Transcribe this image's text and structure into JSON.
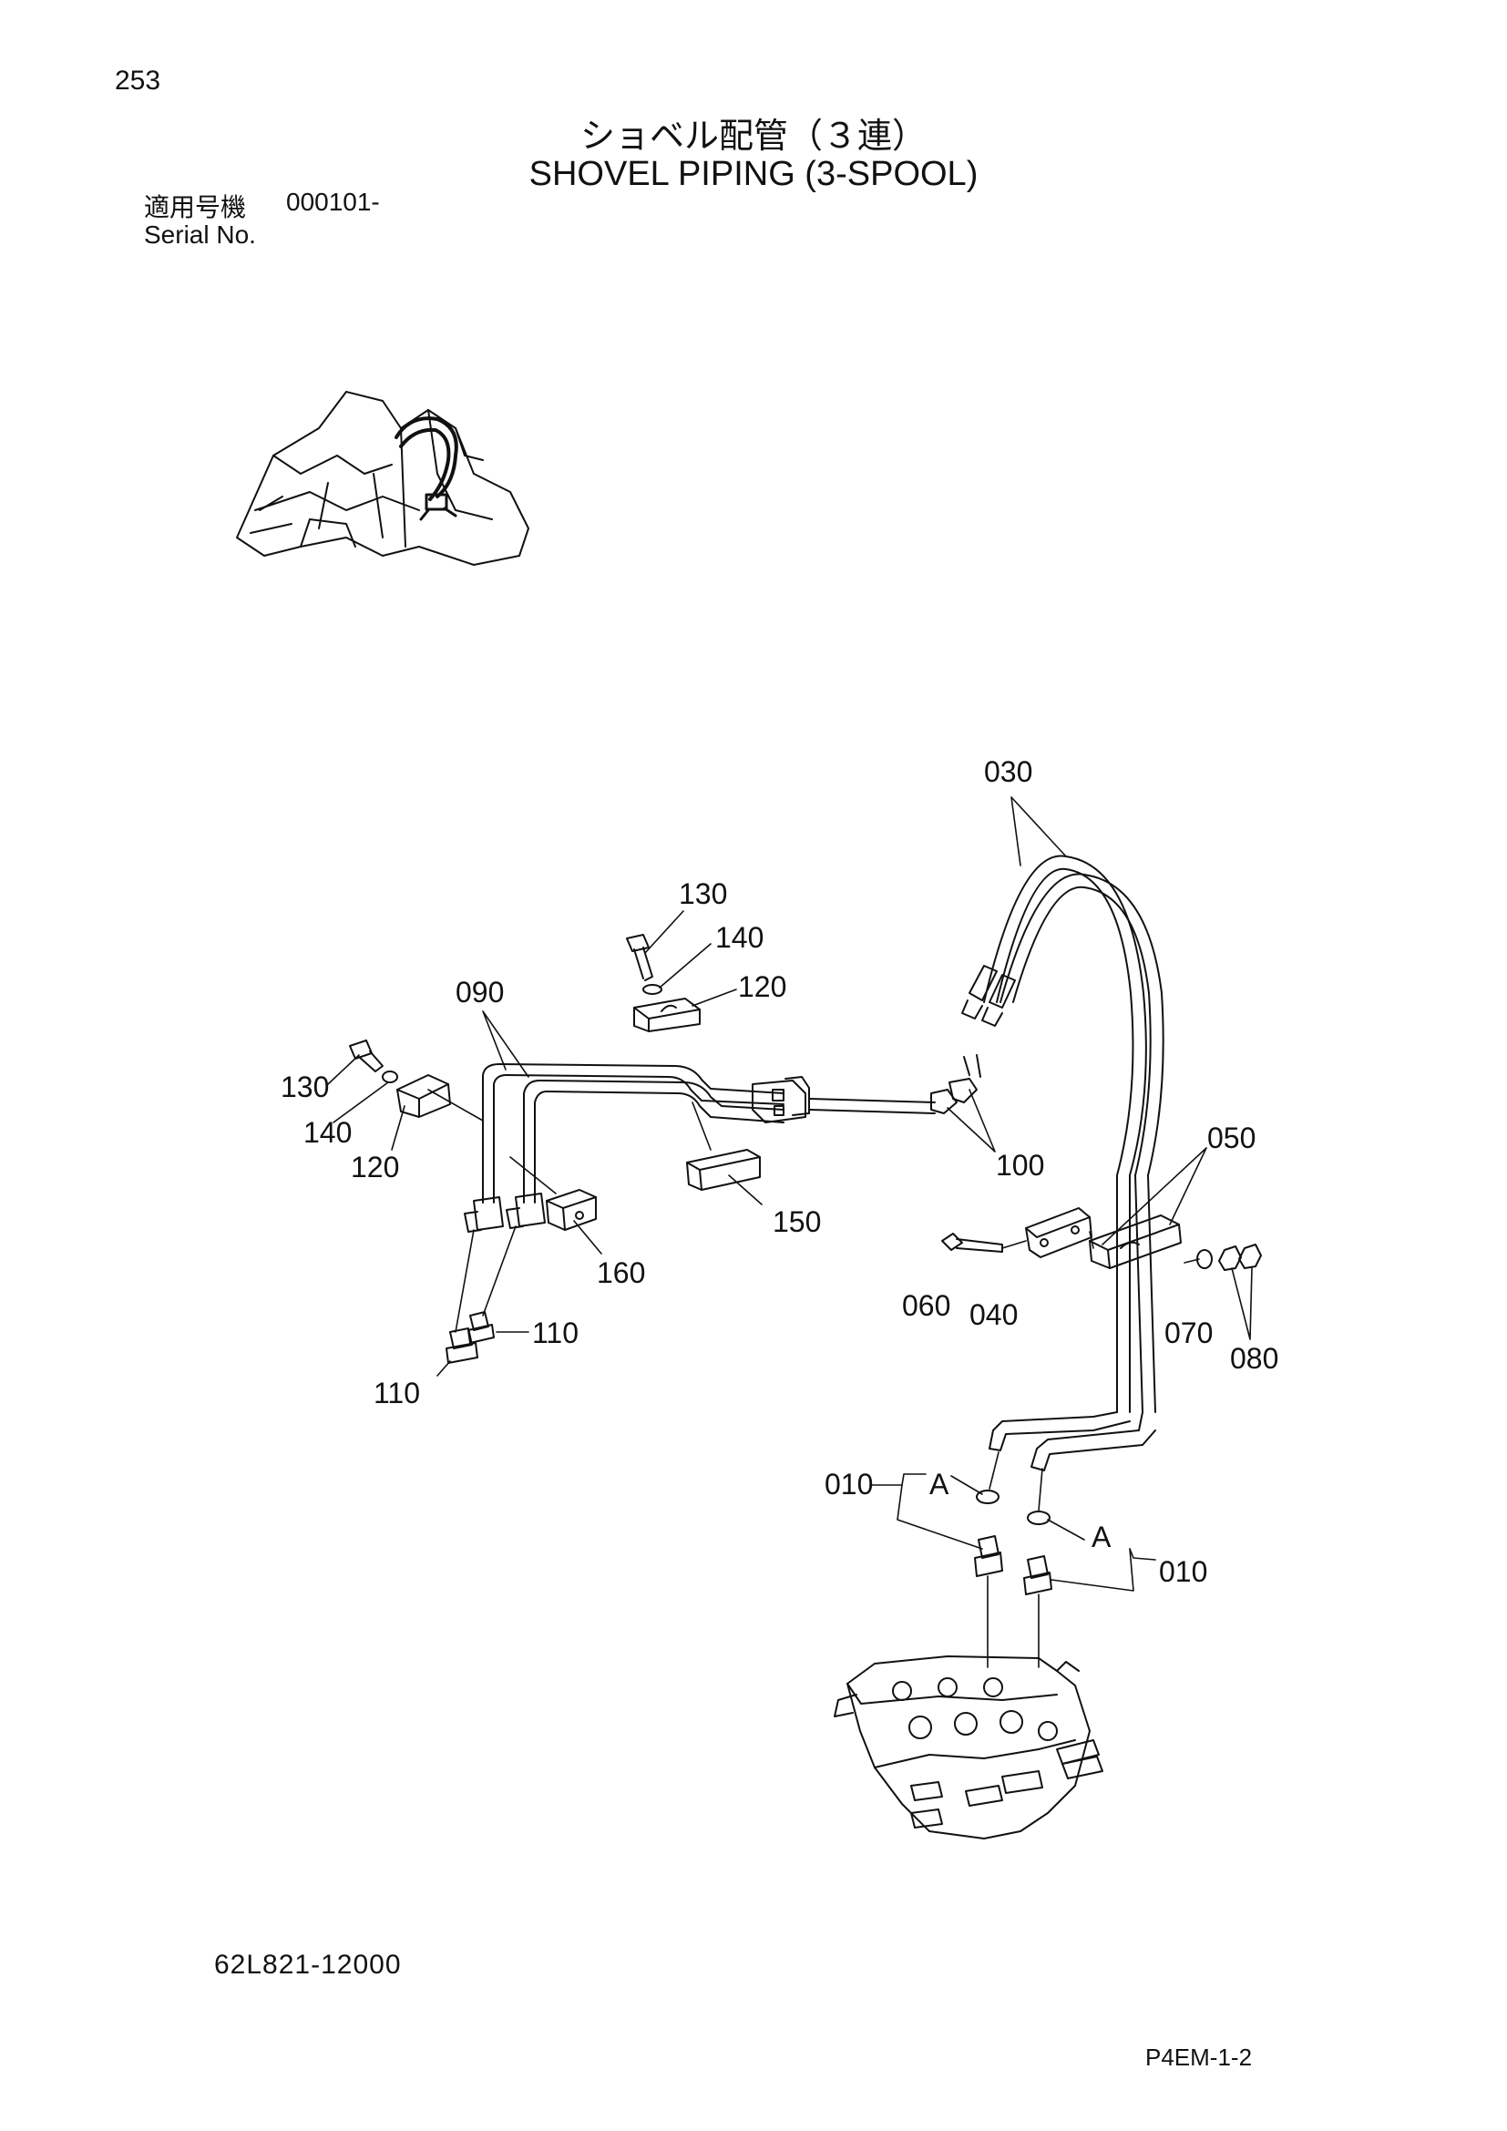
{
  "header": {
    "page_number": "253",
    "title_jp": "ショベル配管（３連）",
    "title_en": "SHOVEL PIPING (3-SPOOL)",
    "serial_label_jp": "適用号機",
    "serial_value": "000101-",
    "serial_label_en": "Serial No."
  },
  "diagram": {
    "callouts": {
      "c030": "030",
      "c130a": "130",
      "c140a": "140",
      "c120a": "120",
      "c090": "090",
      "c130b": "130",
      "c140b": "140",
      "c120b": "120",
      "c100": "100",
      "c050": "050",
      "c150": "150",
      "c160": "160",
      "c060": "060",
      "c040": "040",
      "c070": "070",
      "c080": "080",
      "c110a": "110",
      "c110b": "110",
      "c010a": "010",
      "cA1": "A",
      "cA2": "A",
      "c010b": "010"
    }
  },
  "footer": {
    "drawing_number": "62L821-12000",
    "page_ref": "P4EM-1-2"
  }
}
